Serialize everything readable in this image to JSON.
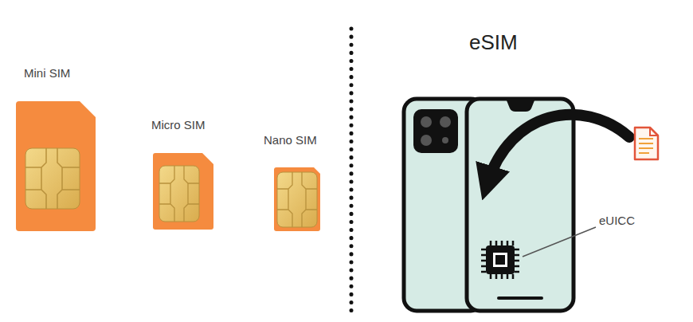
{
  "diagram": {
    "labels": [
      "Mini SIM",
      "Micro SIM",
      "Nano SIM",
      "eSIM",
      "eUICC"
    ]
  }
}
